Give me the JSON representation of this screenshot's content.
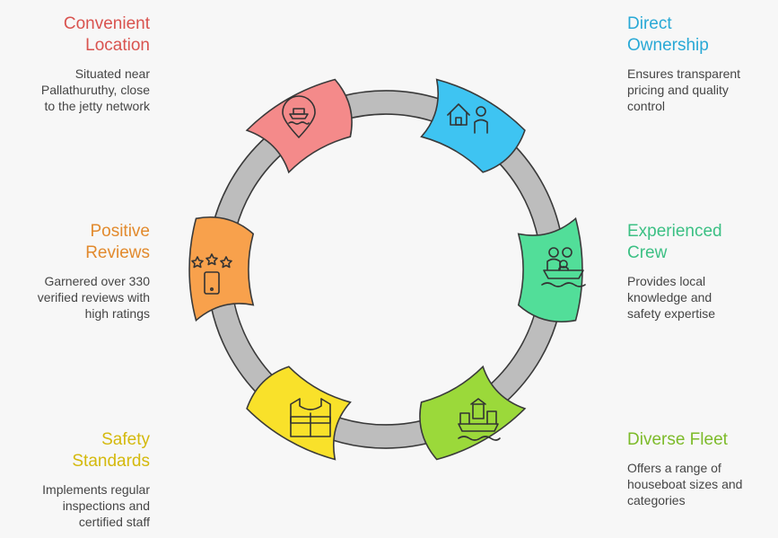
{
  "items": [
    {
      "title_line1": "Convenient",
      "title_line2": "Location",
      "desc_lines": [
        "Situated near",
        "Pallathuruthy, close",
        "to the jetty network"
      ],
      "color": "#d9534f",
      "fill": "#f48a8a",
      "icon": "houseboat-location-pin-icon"
    },
    {
      "title_line1": "Direct",
      "title_line2": "Ownership",
      "desc_lines": [
        "Ensures transparent",
        "pricing and quality",
        "control"
      ],
      "color": "#29a9d6",
      "fill": "#3ec4f2",
      "icon": "house-person-icon"
    },
    {
      "title_line1": "Experienced",
      "title_line2": "Crew",
      "desc_lines": [
        "Provides local",
        "knowledge and",
        "safety expertise"
      ],
      "color": "#3cc084",
      "fill": "#52de99",
      "icon": "crew-in-boat-icon"
    },
    {
      "title_line1": "Diverse Fleet",
      "title_line2": "",
      "desc_lines": [
        "Offers a range of",
        "houseboat sizes and",
        "categories"
      ],
      "color": "#7dbb2a",
      "fill": "#9bd93a",
      "icon": "boat-fleet-icon"
    },
    {
      "title_line1": "Safety",
      "title_line2": "Standards",
      "desc_lines": [
        "Implements regular",
        "inspections and",
        "certified staff"
      ],
      "color": "#d4b90d",
      "fill": "#f9e12a",
      "icon": "life-vest-icon"
    },
    {
      "title_line1": "Positive",
      "title_line2": "Reviews",
      "desc_lines": [
        "Garnered over 330",
        "verified reviews with",
        "high ratings"
      ],
      "color": "#e28a2d",
      "fill": "#f8a14c",
      "icon": "stars-phone-icon"
    }
  ]
}
